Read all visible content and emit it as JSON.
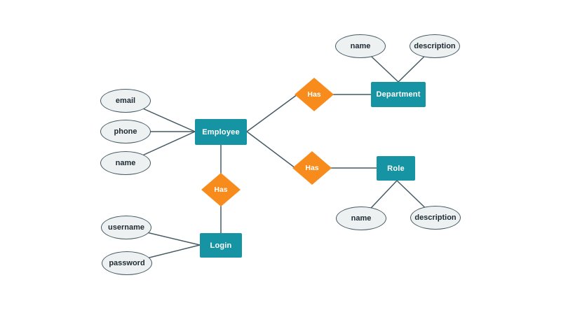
{
  "diagram": {
    "type": "er-diagram",
    "entities": [
      {
        "id": "employee",
        "label": "Employee"
      },
      {
        "id": "department",
        "label": "Department"
      },
      {
        "id": "role",
        "label": "Role"
      },
      {
        "id": "login",
        "label": "Login"
      }
    ],
    "relationships": [
      {
        "id": "has-employee-department",
        "label": "Has",
        "from": "Employee",
        "to": "Department"
      },
      {
        "id": "has-employee-role",
        "label": "Has",
        "from": "Employee",
        "to": "Role"
      },
      {
        "id": "has-employee-login",
        "label": "Has",
        "from": "Employee",
        "to": "Login"
      }
    ],
    "attributes": [
      {
        "id": "employee-email",
        "label": "email",
        "of": "Employee"
      },
      {
        "id": "employee-phone",
        "label": "phone",
        "of": "Employee"
      },
      {
        "id": "employee-name",
        "label": "name",
        "of": "Employee"
      },
      {
        "id": "department-name",
        "label": "name",
        "of": "Department"
      },
      {
        "id": "department-description",
        "label": "description",
        "of": "Department"
      },
      {
        "id": "role-name",
        "label": "name",
        "of": "Role"
      },
      {
        "id": "role-description",
        "label": "description",
        "of": "Role"
      },
      {
        "id": "login-username",
        "label": "username",
        "of": "Login"
      },
      {
        "id": "login-password",
        "label": "password",
        "of": "Login"
      }
    ],
    "colors": {
      "entity_fill": "#1794A4",
      "entity_text": "#FFFFFF",
      "relationship_fill": "#F78C1C",
      "attribute_fill": "#EDF1F2",
      "attribute_border": "#455A64",
      "attribute_text": "#1F2A33",
      "edge": "#455A64",
      "canvas_background": "#FFFFFF"
    }
  }
}
